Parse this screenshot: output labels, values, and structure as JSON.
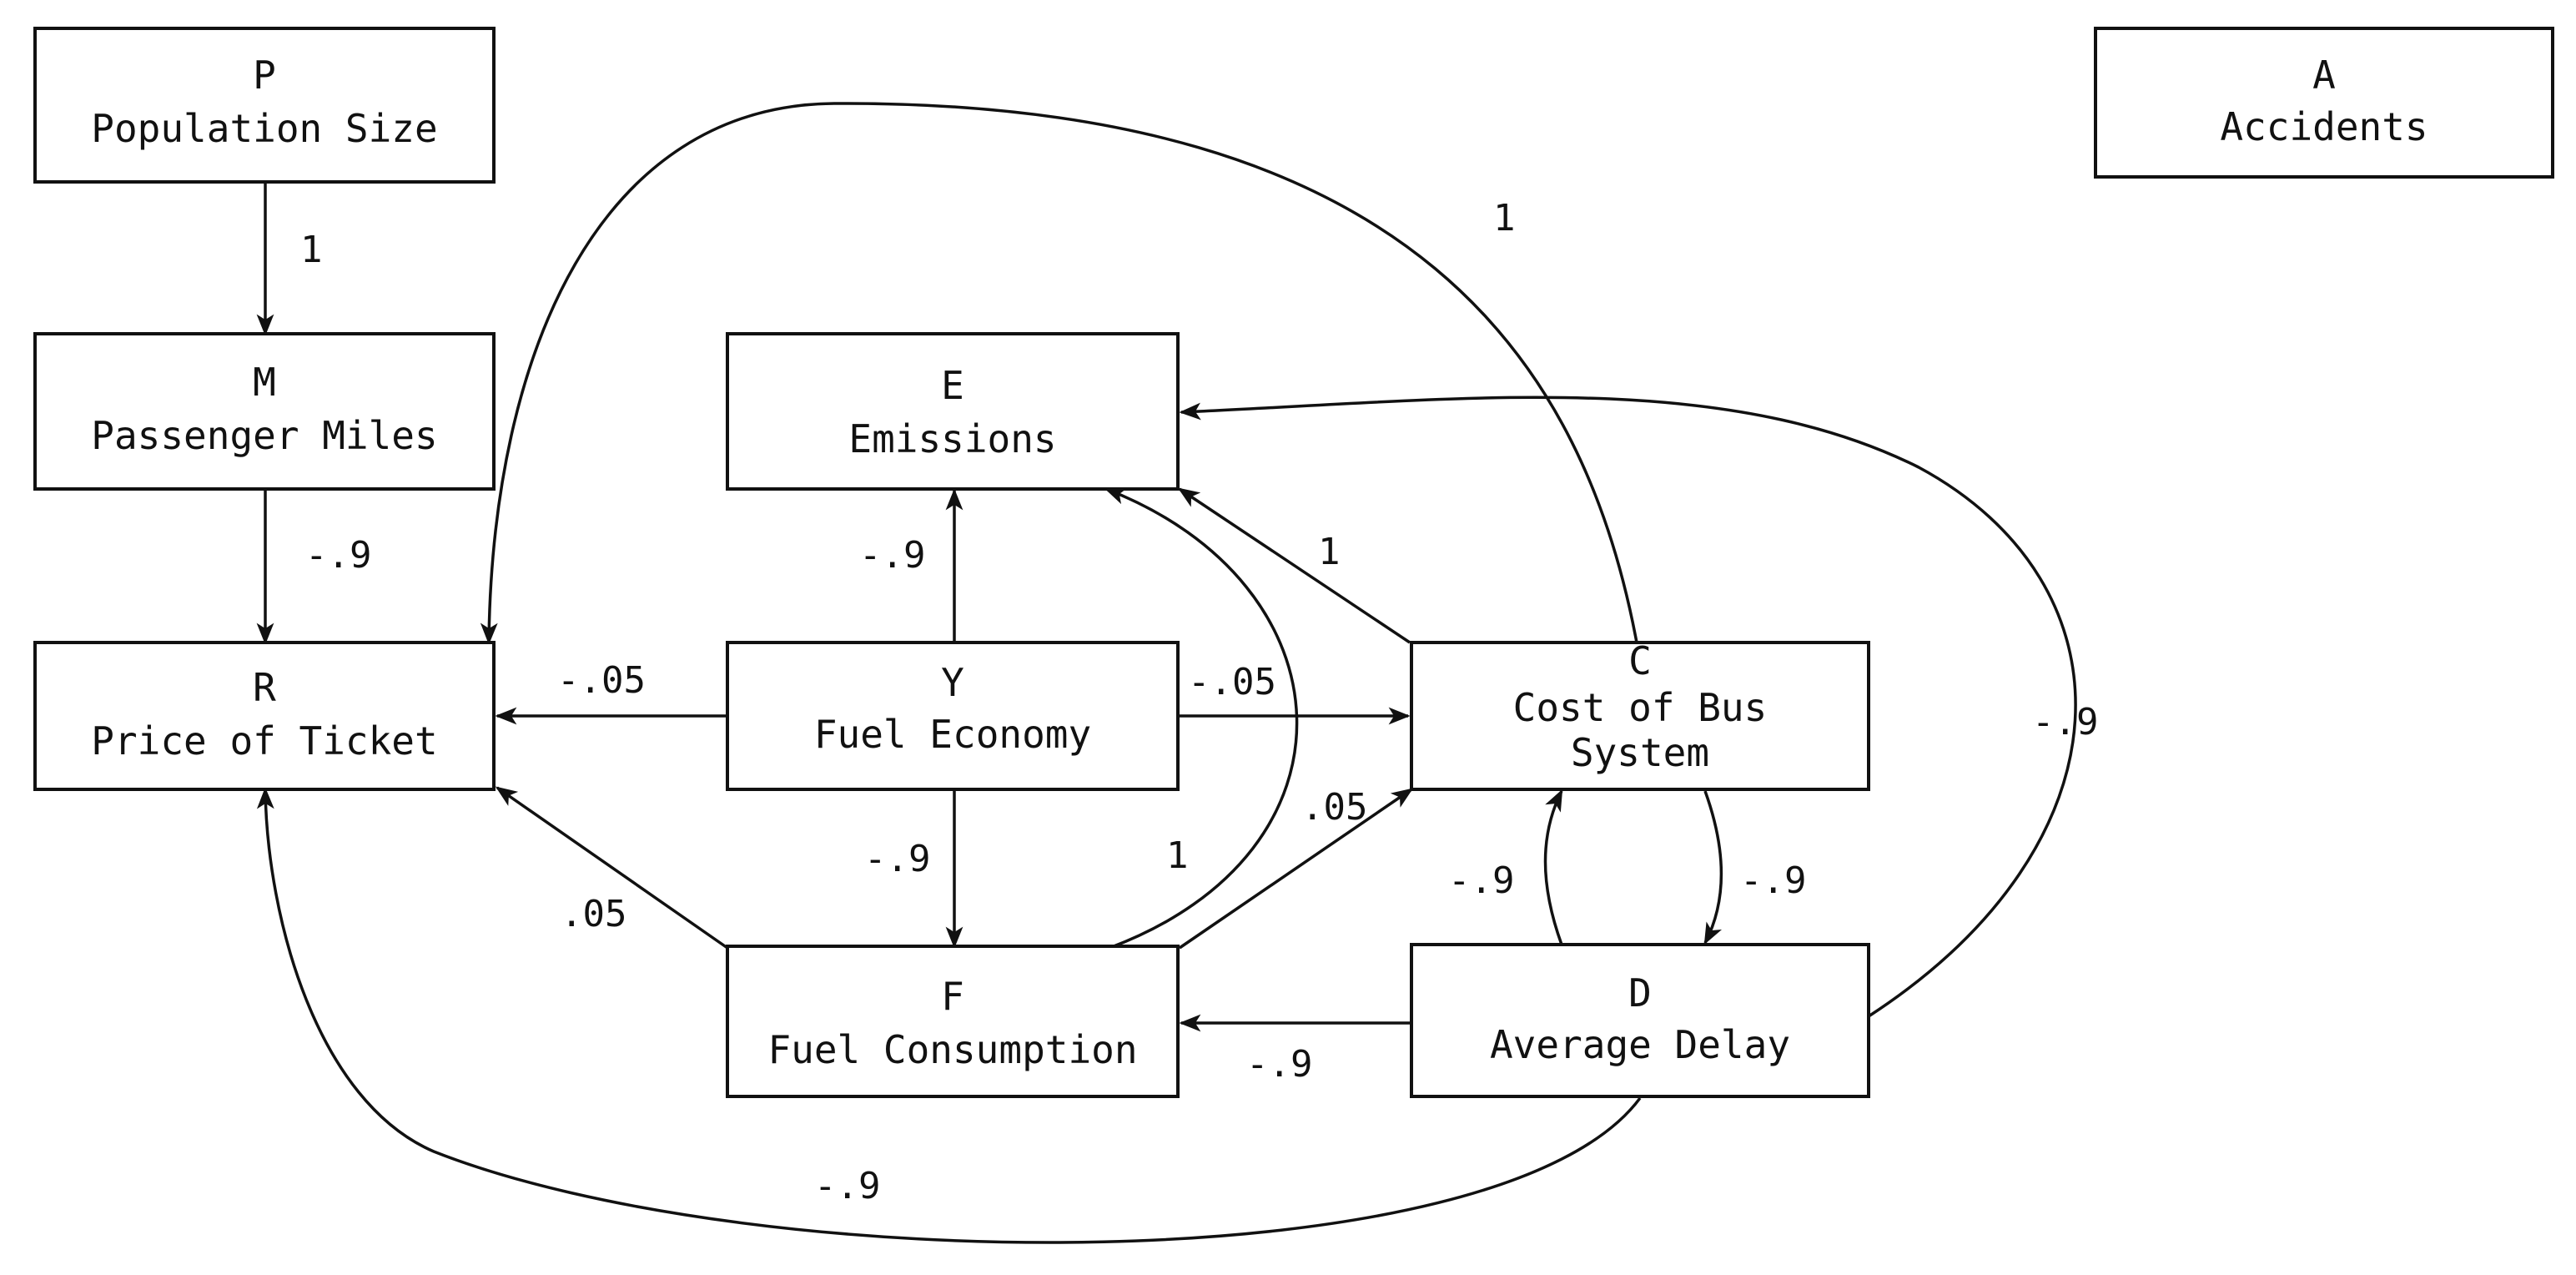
{
  "nodes": {
    "P": {
      "letter": "P",
      "name": "Population Size"
    },
    "A": {
      "letter": "A",
      "name": "Accidents"
    },
    "M": {
      "letter": "M",
      "name": "Passenger Miles"
    },
    "E": {
      "letter": "E",
      "name": "Emissions"
    },
    "R": {
      "letter": "R",
      "name": "Price of Ticket"
    },
    "Y": {
      "letter": "Y",
      "name": "Fuel Economy"
    },
    "C": {
      "letter": "C",
      "name_line1": "Cost of Bus",
      "name_line2": "System"
    },
    "F": {
      "letter": "F",
      "name": "Fuel Consumption"
    },
    "D": {
      "letter": "D",
      "name": "Average Delay"
    }
  },
  "edges": {
    "P_M": {
      "from": "P",
      "to": "M",
      "weight": "1"
    },
    "M_R": {
      "from": "M",
      "to": "R",
      "weight": "-.9"
    },
    "Y_R": {
      "from": "Y",
      "to": "R",
      "weight": "-.05"
    },
    "Y_C": {
      "from": "Y",
      "to": "C",
      "weight": "-.05"
    },
    "Y_E": {
      "from": "Y",
      "to": "E",
      "weight": "-.9"
    },
    "Y_F": {
      "from": "Y",
      "to": "F",
      "weight": "-.9"
    },
    "F_R": {
      "from": "F",
      "to": "R",
      "weight": ".05"
    },
    "F_C": {
      "from": "F",
      "to": "C",
      "weight": ".05"
    },
    "F_E": {
      "from": "F",
      "to": "E",
      "weight": "1"
    },
    "C_E": {
      "from": "C",
      "to": "E",
      "weight": "1"
    },
    "C_R": {
      "from": "C",
      "to": "R",
      "weight": "1"
    },
    "C_D": {
      "from": "C",
      "to": "D",
      "weight": "-.9"
    },
    "D_C": {
      "from": "D",
      "to": "C",
      "weight": "-.9"
    },
    "D_F": {
      "from": "D",
      "to": "F",
      "weight": "-.9"
    },
    "D_E": {
      "from": "D",
      "to": "E",
      "weight": "-.9"
    },
    "D_R": {
      "from": "D",
      "to": "R",
      "weight": "-.9"
    }
  }
}
